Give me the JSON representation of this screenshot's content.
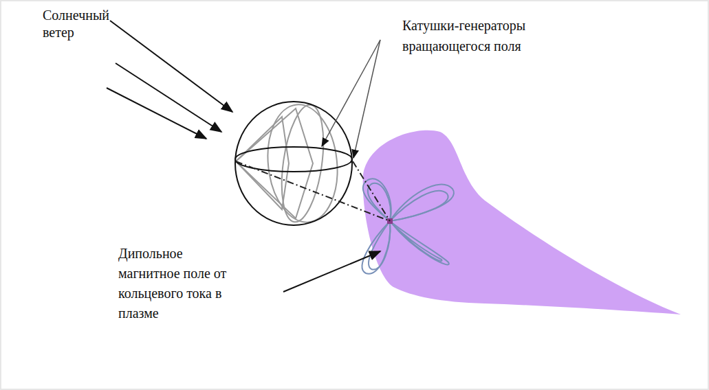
{
  "diagram": {
    "labels": [
      "Солнечный ветер",
      "Катушки-генераторы вращающегося поля",
      "Дипольное магнитное поле от кольцевого тока в плазме"
    ]
  }
}
